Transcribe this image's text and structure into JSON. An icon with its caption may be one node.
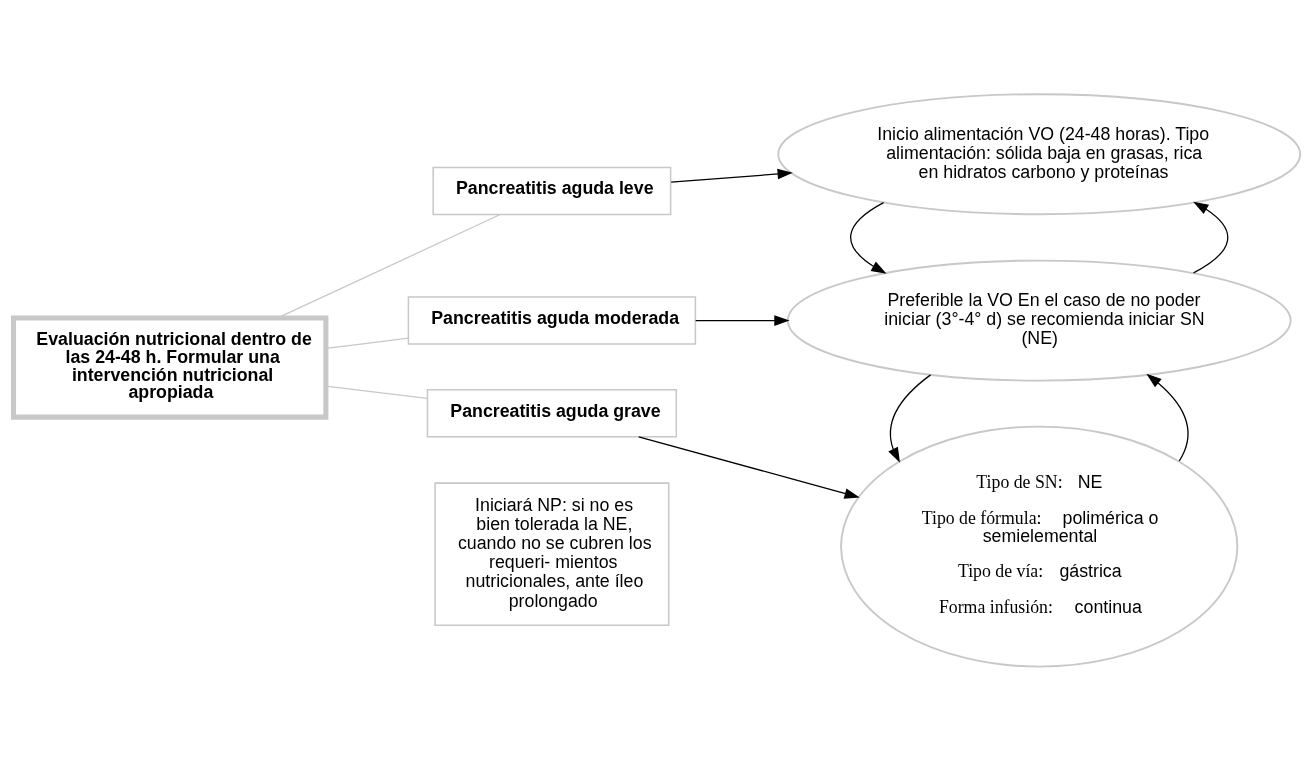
{
  "diagram": {
    "nodes": [
      {
        "text": [
          "Evaluación nutricional dentro de las 24-48 h. Formular una intervención nutricional apropiada"
        ]
      },
      {
        "text": [
          "Pancreatitis aguda leve"
        ]
      },
      {
        "text": [
          "Pancreatitis aguda moderada"
        ]
      },
      {
        "text": [
          "Pancreatitis aguda grave"
        ]
      },
      {
        "text": [
          "Iniciará NP: si no es bien tolerada la NE, cuando no se cubren los requeri- mientos nutricionales, ante íleo prolongado"
        ]
      },
      {
        "text": [
          "Inicio alimentación VO (24-48 horas). Tipo alimentación: sólida baja en grasas, rica en hidratos carbono y proteínas"
        ]
      },
      {
        "text": [
          "Preferible la VO En el caso de no poder iniciar (3°-4° d) se recomienda iniciar SN (NE)"
        ]
      },
      {
        "text": [
          "**Tipo de SN:** NE",
          "**Tipo de fórmula:** polimérica o semielemental",
          "**Tipo de vía:** gástrica",
          "**Forma infusión:** continua"
        ]
      }
    ],
    "edges": [
      {
        "from": 0,
        "to": 1,
        "arrow": "none",
        "color": "#c8c8c8"
      },
      {
        "from": 0,
        "to": 2,
        "arrow": "none",
        "color": "#c8c8c8"
      },
      {
        "from": 0,
        "to": 3,
        "arrow": "none",
        "color": "#c8c8c8"
      },
      {
        "from": 1,
        "to": 5,
        "arrow": "to"
      },
      {
        "from": 2,
        "to": 6,
        "arrow": "to"
      },
      {
        "from": 3,
        "to": 7,
        "arrow": "to"
      },
      {
        "from": 6,
        "to": 5,
        "arrow": "to"
      },
      {
        "from": 5,
        "to": 6,
        "arrow": "to"
      },
      {
        "from": 7,
        "to": 6,
        "arrow": "to"
      },
      {
        "from": 6,
        "to": 7,
        "arrow": "to"
      }
    ]
  }
}
